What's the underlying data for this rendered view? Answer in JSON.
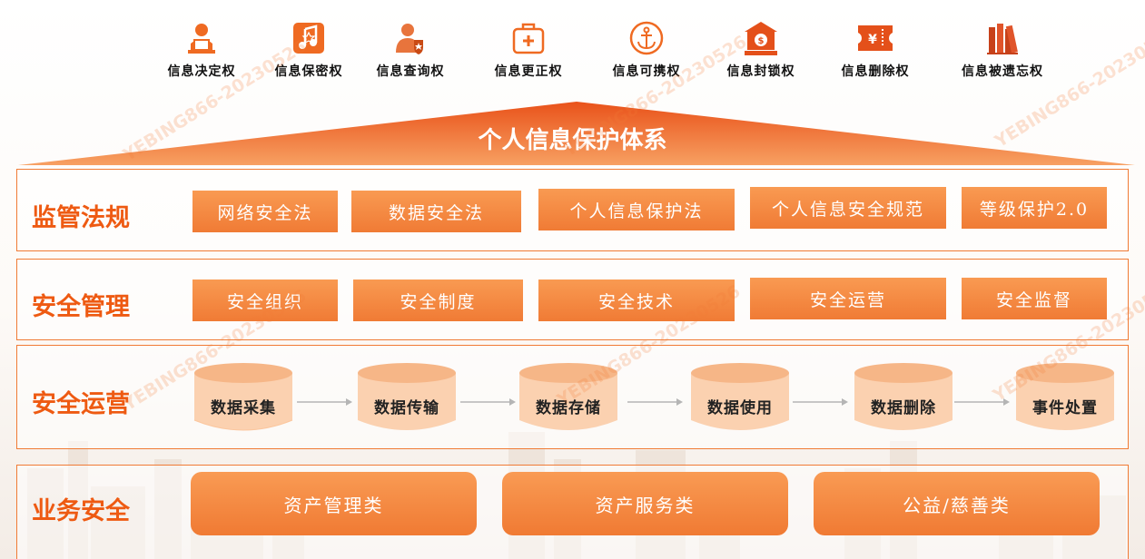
{
  "rights": [
    {
      "label": "信息决定权",
      "icon": "person-laptop-icon"
    },
    {
      "label": "信息保密权",
      "icon": "music-note-icon"
    },
    {
      "label": "信息查询权",
      "icon": "user-shield-icon"
    },
    {
      "label": "信息更正权",
      "icon": "medical-kit-icon"
    },
    {
      "label": "信息可携权",
      "icon": "anchor-icon"
    },
    {
      "label": "信息封锁权",
      "icon": "bank-icon"
    },
    {
      "label": "信息删除权",
      "icon": "ticket-yen-icon"
    },
    {
      "label": "信息被遗忘权",
      "icon": "books-icon"
    }
  ],
  "roof_title": "个人信息保护体系",
  "regulation": {
    "title": "监管法规",
    "items": [
      "网络安全法",
      "数据安全法",
      "个人信息保护法",
      "个人信息安全规范",
      "等级保护2.0"
    ]
  },
  "management": {
    "title": "安全管理",
    "items": [
      "安全组织",
      "安全制度",
      "安全技术",
      "安全运营",
      "安全监督"
    ]
  },
  "operation": {
    "title": "安全运营",
    "steps": [
      "数据采集",
      "数据传输",
      "数据存储",
      "数据使用",
      "数据删除",
      "事件处置"
    ]
  },
  "business": {
    "title": "业务安全",
    "items": [
      "资产管理类",
      "资产服务类",
      "公益/慈善类"
    ]
  },
  "watermark": "YEBING866-20230526",
  "colors": {
    "accent": "#f07b35",
    "title": "#ee5a12",
    "roof_dark": "#e8561a",
    "roof_light": "#f7a062"
  }
}
